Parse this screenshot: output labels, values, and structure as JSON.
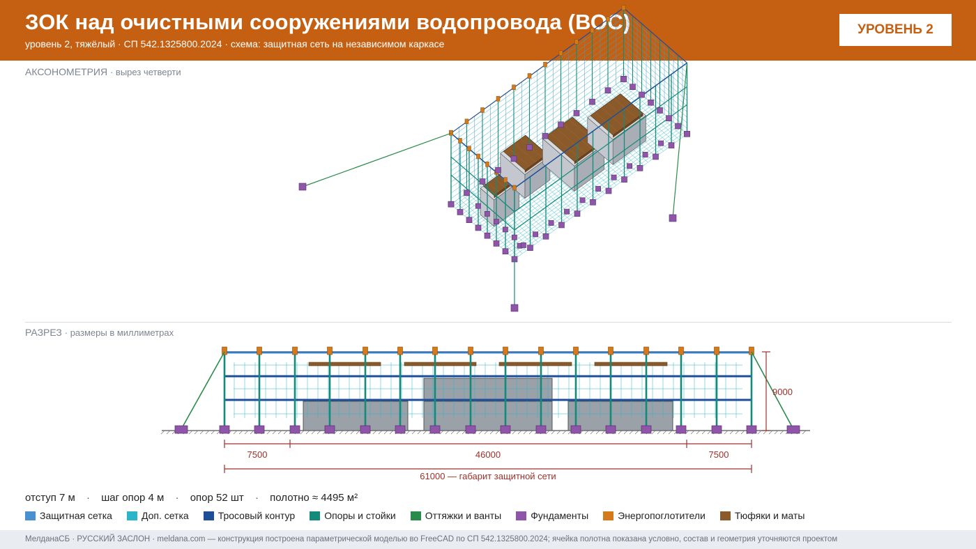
{
  "header": {
    "title": "ЗОК над очистными сооружениями водопровода (ВОС)",
    "subtitle": "уровень 2, тяжёлый · СП 542.1325800.2024 · схема: защитная сеть на независимом каркасе",
    "badge": "УРОВЕНЬ 2"
  },
  "axo": {
    "label": "АКСОНОМЕТРИЯ",
    "note": "· вырез четверти"
  },
  "section": {
    "label": "РАЗРЕЗ",
    "note": "· размеры в миллиметрах",
    "height_label": "9000",
    "dim_left": "7500",
    "dim_center": "46000",
    "dim_right": "7500",
    "dim_total": "61000 — габарит защитной сети"
  },
  "stats": {
    "offset": "отступ 7 м",
    "pitch": "шаг опор 4 м",
    "count": "опор 52 шт",
    "area": "полотно ≈ 4495 м²",
    "separator": "·"
  },
  "legend": [
    {
      "label": "Защитная сетка",
      "color": "#4a90d0"
    },
    {
      "label": "Доп. сетка",
      "color": "#2ab5c8"
    },
    {
      "label": "Тросовый контур",
      "color": "#1f4e99"
    },
    {
      "label": "Опоры и стойки",
      "color": "#138a7a"
    },
    {
      "label": "Оттяжки и ванты",
      "color": "#2a8c4a"
    },
    {
      "label": "Фундаменты",
      "color": "#8e55a8"
    },
    {
      "label": "Энергопоглотители",
      "color": "#d47a1a"
    },
    {
      "label": "Тюфяки и маты",
      "color": "#8b5a2b"
    }
  ],
  "footer": "МелданаСБ · РУССКИЙ ЗАСЛОН · meldana.com — конструкция построена параметрической моделью во FreeCAD по СП 542.1325800.2024; ячейка полотна показана условно, состав и геометрия уточняются проектом"
}
